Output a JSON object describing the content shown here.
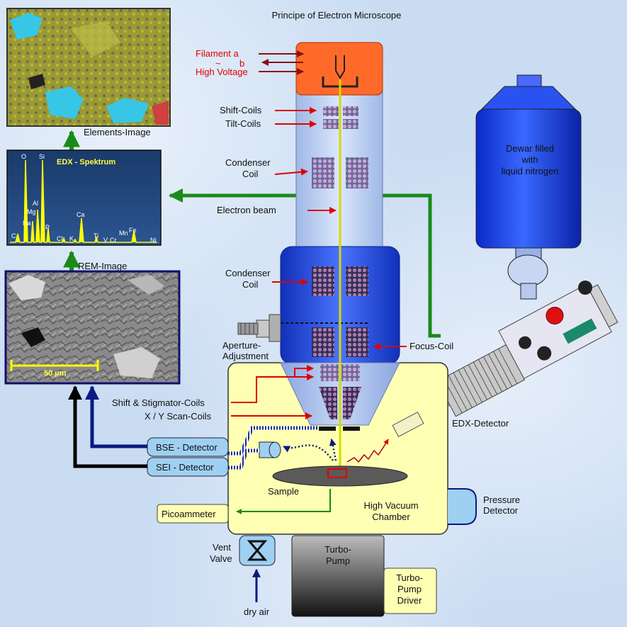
{
  "title": "Principe of Electron Microscope",
  "labels": {
    "filament_a": "Filament a",
    "tilde": "~",
    "b": "b",
    "high_voltage": "High Voltage",
    "shift_coils": "Shift-Coils",
    "tilt_coils": "Tilt-Coils",
    "condenser_coil_1a": "Condenser",
    "condenser_coil_1b": "Coil",
    "electron_beam": "Electron beam",
    "condenser_coil_2a": "Condenser",
    "condenser_coil_2b": "Coil",
    "aperture_a": "Aperture-",
    "aperture_b": "Adjustment",
    "focus_coil": "Focus-Coil",
    "shift_stigmator": "Shift & Stigmator-Coils",
    "xy_scan": "X / Y Scan-Coils",
    "bse_detector": "BSE - Detector",
    "sei_detector": "SEI - Detector",
    "sample": "Sample",
    "picoammeter": "Picoammeter",
    "chamber_a": "High Vacuum",
    "chamber_b": "Chamber",
    "pressure_a": "Pressure",
    "pressure_b": "Detector",
    "edx_detector": "EDX-Detector",
    "vent_a": "Vent",
    "vent_b": "Valve",
    "dry_air": "dry air",
    "turbo_a": "Turbo-",
    "turbo_b": "Pump",
    "driver_a": "Turbo-",
    "driver_b": "Pump",
    "driver_c": "Driver",
    "dewar_a": "Dewar filled",
    "dewar_b": "with",
    "dewar_c": "liquid nitrogen",
    "elements_image": "Elements-Image",
    "rem_image": "REM-Image",
    "edx_spektrum": "EDX - Spektrum",
    "scale": "50 µm"
  },
  "spectrum_peaks": [
    {
      "el": "O"
    },
    {
      "el": "Si"
    },
    {
      "el": "Al"
    },
    {
      "el": "Mg"
    },
    {
      "el": "Na"
    },
    {
      "el": "P"
    },
    {
      "el": "C"
    },
    {
      "el": "Cl"
    },
    {
      "el": "K"
    },
    {
      "el": "Ca"
    },
    {
      "el": "Ti"
    },
    {
      "el": "V"
    },
    {
      "el": "Cr"
    },
    {
      "el": "Mn"
    },
    {
      "el": "Fe"
    },
    {
      "el": "Ni"
    }
  ],
  "colors": {
    "gun": "#ff6a2a",
    "column_upper": "#b9cdef",
    "column_lower": "#2a4ed8",
    "chamber": "#ffffb4",
    "arrow_red": "#e00000",
    "arrow_green": "#1a8a1a",
    "arrow_navy": "#0a1a80",
    "beam": "#d8d800"
  }
}
